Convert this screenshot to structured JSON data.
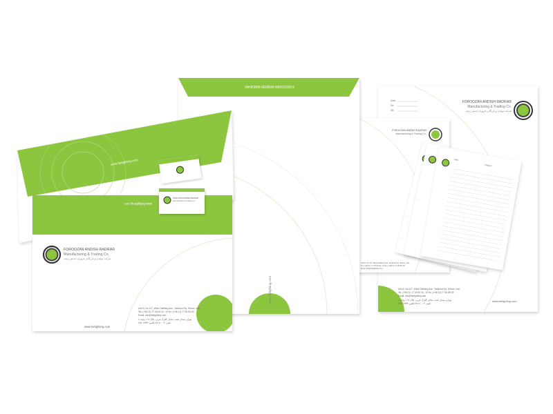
{
  "brand": {
    "company_name": "FOROOZAN ANDISH RADIFAR",
    "company_subtitle": "Manufacturing & Trading Co.",
    "company_name_fa": "شرکت تولیدی و بازرگانی فروزان اندیش ردیف",
    "website": "www.farlighting.com",
    "green": "#8cc63f",
    "gray": "#555555"
  },
  "address": {
    "line1": "Unit 8, No.117, West Gallberg Ave., Nelbond Sq. Tehran, Iran",
    "line2": "Tel: (+98 21) 77 18 00 04 - 5    Fax: (+98 21) 77 80 89 49",
    "line3": "Email: info@farlighting.com",
    "line4_fa": "تهران، میدان نلبند، خیابان گلبرگ غربی، پلاک ۱۱۷، واحد ۸",
    "line5_fa": "تلفن: ۷۷۱۸۰۰۰۴   فکس: ۷۷۸۰۸۹۴۹"
  },
  "letterhead_fields": {
    "date": "Date:",
    "no": "No:",
    "att": "Att:"
  },
  "notepad": {
    "field1": "Date:",
    "field2": "Subject:"
  }
}
